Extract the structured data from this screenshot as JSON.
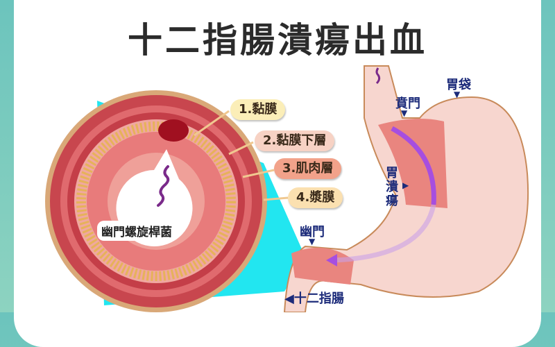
{
  "title": "十二指腸潰瘍出血",
  "layers": [
    {
      "label": "1.黏膜",
      "color": "#fbeeb8"
    },
    {
      "label": "2.黏膜下層",
      "color": "#f7d2c4"
    },
    {
      "label": "3.肌肉層",
      "color": "#f2a28a"
    },
    {
      "label": "4.漿膜",
      "color": "#fbe0b0"
    }
  ],
  "bacteria_label": "幽門螺旋桿菌",
  "stomach_labels": {
    "cardia": "賁門",
    "fundus": "胃袋",
    "gastric_ulcer": "胃潰瘍",
    "pylorus": "幽門",
    "duodenum": "◀十二指腸"
  }
}
